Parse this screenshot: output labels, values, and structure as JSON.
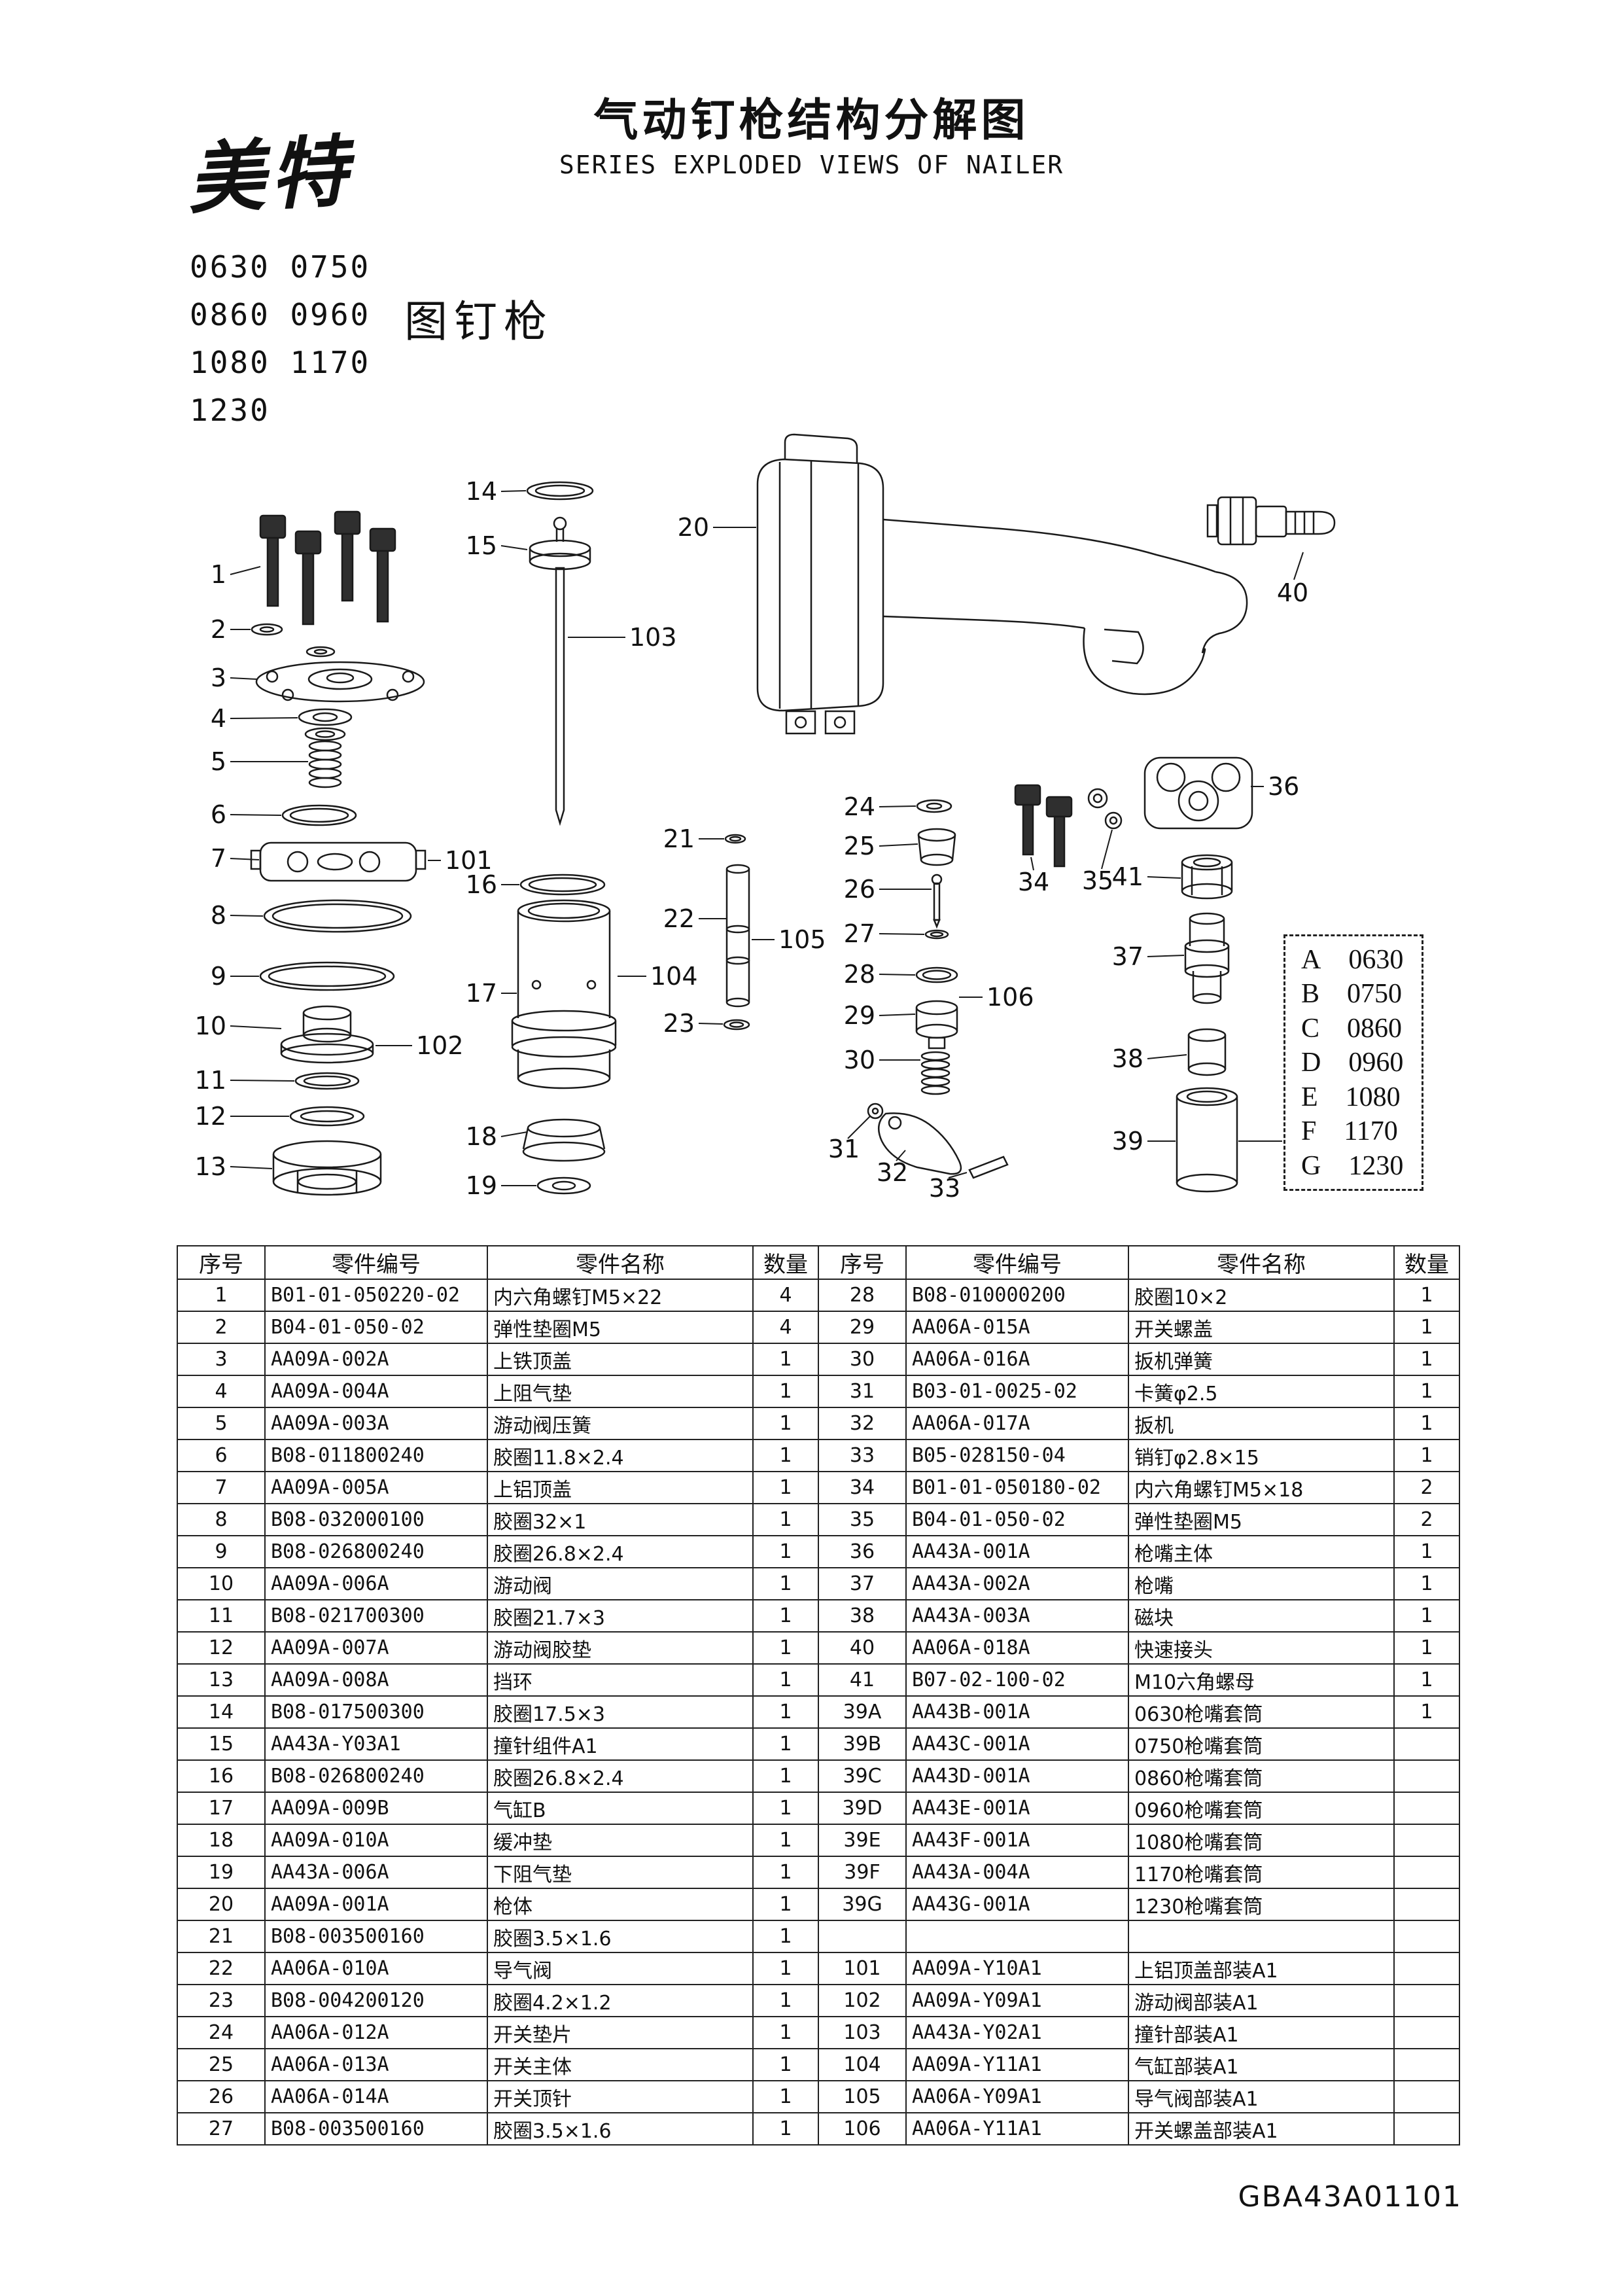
{
  "header": {
    "brand": "美特",
    "title": "气动钉枪结构分解图",
    "subtitle": "SERIES EXPLODED VIEWS OF NAILER",
    "model_lines": [
      {
        "text": "0630 0750"
      },
      {
        "text": "0860 0960"
      },
      {
        "text": "1080 1170"
      },
      {
        "text": "1230"
      }
    ],
    "caption": "图钉枪"
  },
  "diagram": {
    "labels": {
      "n1": "1",
      "n2": "2",
      "n3": "3",
      "n4": "4",
      "n5": "5",
      "n6": "6",
      "n7": "7",
      "n8": "8",
      "n9": "9",
      "n10": "10",
      "n11": "11",
      "n12": "12",
      "n13": "13",
      "n14": "14",
      "n15": "15",
      "n16": "16",
      "n17": "17",
      "n18": "18",
      "n19": "19",
      "n20": "20",
      "n21": "21",
      "n22": "22",
      "n23": "23",
      "n24": "24",
      "n25": "25",
      "n26": "26",
      "n27": "27",
      "n28": "28",
      "n29": "29",
      "n30": "30",
      "n31": "31",
      "n32": "32",
      "n33": "33",
      "n34": "34",
      "n35": "35",
      "n36": "36",
      "n37": "37",
      "n38": "38",
      "n39": "39",
      "n40": "40",
      "n41": "41",
      "n101": "101",
      "n102": "102",
      "n103": "103",
      "n104": "104",
      "n105": "105",
      "n106": "106"
    },
    "legend": [
      {
        "key": "A",
        "value": "0630"
      },
      {
        "key": "B",
        "value": "0750"
      },
      {
        "key": "C",
        "value": "0860"
      },
      {
        "key": "D",
        "value": "0960"
      },
      {
        "key": "E",
        "value": "1080"
      },
      {
        "key": "F",
        "value": "1170"
      },
      {
        "key": "G",
        "value": "1230"
      }
    ]
  },
  "table": {
    "headers": {
      "no": "序号",
      "code": "零件编号",
      "name": "零件名称",
      "qty": "数量"
    },
    "left_rows": [
      {
        "no": "1",
        "code": "B01-01-050220-02",
        "name": "内六角螺钉M5×22",
        "qty": "4"
      },
      {
        "no": "2",
        "code": "B04-01-050-02",
        "name": "弹性垫圈M5",
        "qty": "4"
      },
      {
        "no": "3",
        "code": "AA09A-002A",
        "name": "上铁顶盖",
        "qty": "1"
      },
      {
        "no": "4",
        "code": "AA09A-004A",
        "name": "上阻气垫",
        "qty": "1"
      },
      {
        "no": "5",
        "code": "AA09A-003A",
        "name": "游动阀压簧",
        "qty": "1"
      },
      {
        "no": "6",
        "code": "B08-011800240",
        "name": "胶圈11.8×2.4",
        "qty": "1"
      },
      {
        "no": "7",
        "code": "AA09A-005A",
        "name": "上铝顶盖",
        "qty": "1"
      },
      {
        "no": "8",
        "code": "B08-032000100",
        "name": "胶圈32×1",
        "qty": "1"
      },
      {
        "no": "9",
        "code": "B08-026800240",
        "name": "胶圈26.8×2.4",
        "qty": "1"
      },
      {
        "no": "10",
        "code": "AA09A-006A",
        "name": "游动阀",
        "qty": "1"
      },
      {
        "no": "11",
        "code": "B08-021700300",
        "name": "胶圈21.7×3",
        "qty": "1"
      },
      {
        "no": "12",
        "code": "AA09A-007A",
        "name": "游动阀胶垫",
        "qty": "1"
      },
      {
        "no": "13",
        "code": "AA09A-008A",
        "name": "挡环",
        "qty": "1"
      },
      {
        "no": "14",
        "code": "B08-017500300",
        "name": "胶圈17.5×3",
        "qty": "1"
      },
      {
        "no": "15",
        "code": "AA43A-Y03A1",
        "name": "撞针组件A1",
        "qty": "1"
      },
      {
        "no": "16",
        "code": "B08-026800240",
        "name": "胶圈26.8×2.4",
        "qty": "1"
      },
      {
        "no": "17",
        "code": "AA09A-009B",
        "name": "气缸B",
        "qty": "1"
      },
      {
        "no": "18",
        "code": "AA09A-010A",
        "name": "缓冲垫",
        "qty": "1"
      },
      {
        "no": "19",
        "code": "AA43A-006A",
        "name": "下阻气垫",
        "qty": "1"
      },
      {
        "no": "20",
        "code": "AA09A-001A",
        "name": "枪体",
        "qty": "1"
      },
      {
        "no": "21",
        "code": "B08-003500160",
        "name": "胶圈3.5×1.6",
        "qty": "1"
      },
      {
        "no": "22",
        "code": "AA06A-010A",
        "name": "导气阀",
        "qty": "1"
      },
      {
        "no": "23",
        "code": "B08-004200120",
        "name": "胶圈4.2×1.2",
        "qty": "1"
      },
      {
        "no": "24",
        "code": "AA06A-012A",
        "name": "开关垫片",
        "qty": "1"
      },
      {
        "no": "25",
        "code": "AA06A-013A",
        "name": "开关主体",
        "qty": "1"
      },
      {
        "no": "26",
        "code": "AA06A-014A",
        "name": "开关顶针",
        "qty": "1"
      },
      {
        "no": "27",
        "code": "B08-003500160",
        "name": "胶圈3.5×1.6",
        "qty": "1"
      }
    ],
    "right_rows": [
      {
        "no": "28",
        "code": "B08-010000200",
        "name": "胶圈10×2",
        "qty": "1"
      },
      {
        "no": "29",
        "code": "AA06A-015A",
        "name": "开关螺盖",
        "qty": "1"
      },
      {
        "no": "30",
        "code": "AA06A-016A",
        "name": "扳机弹簧",
        "qty": "1"
      },
      {
        "no": "31",
        "code": "B03-01-0025-02",
        "name": "卡簧φ2.5",
        "qty": "1"
      },
      {
        "no": "32",
        "code": "AA06A-017A",
        "name": "扳机",
        "qty": "1"
      },
      {
        "no": "33",
        "code": "B05-028150-04",
        "name": "销钉φ2.8×15",
        "qty": "1"
      },
      {
        "no": "34",
        "code": "B01-01-050180-02",
        "name": "内六角螺钉M5×18",
        "qty": "2"
      },
      {
        "no": "35",
        "code": "B04-01-050-02",
        "name": "弹性垫圈M5",
        "qty": "2"
      },
      {
        "no": "36",
        "code": "AA43A-001A",
        "name": "枪嘴主体",
        "qty": "1"
      },
      {
        "no": "37",
        "code": "AA43A-002A",
        "name": "枪嘴",
        "qty": "1"
      },
      {
        "no": "38",
        "code": "AA43A-003A",
        "name": "磁块",
        "qty": "1"
      },
      {
        "no": "40",
        "code": "AA06A-018A",
        "name": "快速接头",
        "qty": "1"
      },
      {
        "no": "41",
        "code": "B07-02-100-02",
        "name": "M10六角螺母",
        "qty": "1"
      },
      {
        "no": "39A",
        "code": "AA43B-001A",
        "name": "0630枪嘴套筒",
        "qty": "1"
      },
      {
        "no": "39B",
        "code": "AA43C-001A",
        "name": "0750枪嘴套筒",
        "qty": ""
      },
      {
        "no": "39C",
        "code": "AA43D-001A",
        "name": "0860枪嘴套筒",
        "qty": ""
      },
      {
        "no": "39D",
        "code": "AA43E-001A",
        "name": "0960枪嘴套筒",
        "qty": ""
      },
      {
        "no": "39E",
        "code": "AA43F-001A",
        "name": "1080枪嘴套筒",
        "qty": ""
      },
      {
        "no": "39F",
        "code": "AA43A-004A",
        "name": "1170枪嘴套筒",
        "qty": ""
      },
      {
        "no": "39G",
        "code": "AA43G-001A",
        "name": "1230枪嘴套筒",
        "qty": ""
      },
      {
        "no": "",
        "code": "",
        "name": "",
        "qty": ""
      },
      {
        "no": "101",
        "code": "AA09A-Y10A1",
        "name": "上铝顶盖部装A1",
        "qty": ""
      },
      {
        "no": "102",
        "code": "AA09A-Y09A1",
        "name": "游动阀部装A1",
        "qty": ""
      },
      {
        "no": "103",
        "code": "AA43A-Y02A1",
        "name": "撞针部装A1",
        "qty": ""
      },
      {
        "no": "104",
        "code": "AA09A-Y11A1",
        "name": "气缸部装A1",
        "qty": ""
      },
      {
        "no": "105",
        "code": "AA06A-Y09A1",
        "name": "导气阀部装A1",
        "qty": ""
      },
      {
        "no": "106",
        "code": "AA06A-Y11A1",
        "name": "开关螺盖部装A1",
        "qty": ""
      }
    ]
  },
  "footer": {
    "doc_number": "GBA43A01101"
  }
}
